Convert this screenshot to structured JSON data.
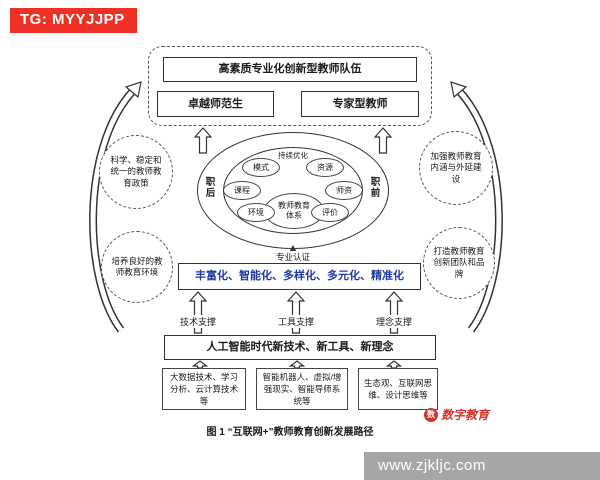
{
  "watermark": {
    "tag": "TG: MYYJJPP",
    "site": "www.zjkljc.com",
    "brand": "数字教育",
    "brand_glyph": "数"
  },
  "top_group": {
    "goal": "高素质专业化创新型教师队伍",
    "outcome_left": "卓越师范生",
    "outcome_right": "专家型教师"
  },
  "ellipse": {
    "stage_left": "职后",
    "stage_right": "职前",
    "top_label": "持续优化",
    "nodes": [
      "模式",
      "资源",
      "课程",
      "师资",
      "环境",
      "评价"
    ],
    "center_lines": [
      "教师教育",
      "体系"
    ],
    "certification": "专业认证"
  },
  "side_circles": [
    "科学、稳定和统一的教师教育政策",
    "培养良好的教师教育环境",
    "加强教师教育内涵与外延建设",
    "打造教师教育创新团队和品牌"
  ],
  "features_box": "丰富化、智能化、多样化、多元化、精准化",
  "supports": [
    "技术支撑",
    "工具支撑",
    "理念支撑"
  ],
  "ai_box": "人工智能时代新技术、新工具、新理念",
  "tech_boxes": [
    "大数据技术、学习分析、云计算技术等",
    "智能机器人、虚拟/增强现实、智能导师系统等",
    "生态观、互联网思维、设计思维等"
  ],
  "caption": "图 1 “互联网+”教师教育创新发展路径",
  "colors": {
    "accent_blue": "#1f3aa5",
    "banner_red": "#ee3124",
    "brand_red": "#d5332c",
    "bar_gray": "#a6a6a6"
  }
}
